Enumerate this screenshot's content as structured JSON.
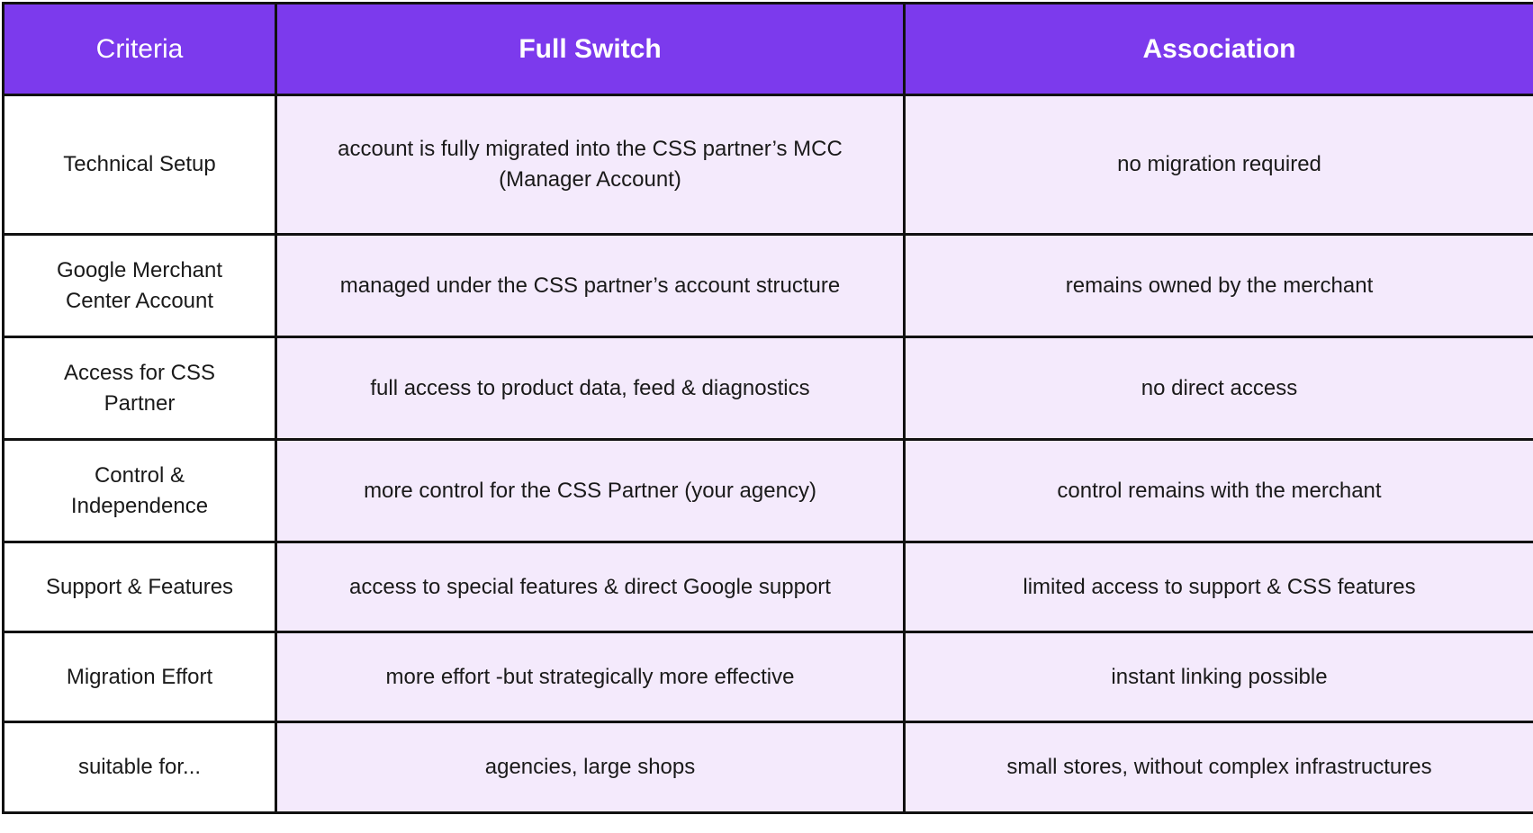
{
  "table": {
    "headers": [
      "Criteria",
      "Full Switch",
      "Association"
    ],
    "rows": [
      {
        "criteria": "Technical Setup",
        "full_switch": "account is fully migrated into the CSS partner’s MCC (Manager Account)",
        "association": "no migration required"
      },
      {
        "criteria": "Google Merchant Center Account",
        "full_switch": "managed under the CSS partner’s account structure",
        "association": "remains owned by the merchant"
      },
      {
        "criteria": "Access for CSS Partner",
        "full_switch": "full access to product data, feed & diagnostics",
        "association": "no direct access"
      },
      {
        "criteria": "Control & Independence",
        "full_switch": "more control for the CSS Partner (your agency)",
        "association": "control remains with the merchant"
      },
      {
        "criteria": "Support & Features",
        "full_switch": "access to special features & direct Google support",
        "association": "limited access to support & CSS features"
      },
      {
        "criteria": "Migration Effort",
        "full_switch": "more effort -but strategically more effective",
        "association": "instant linking possible"
      },
      {
        "criteria": "suitable for...",
        "full_switch": "agencies, large shops",
        "association": "small stores, without complex infrastructures"
      }
    ]
  },
  "colors": {
    "header_bg": "#7c3aed",
    "header_text": "#ffffff",
    "value_cell_bg": "#f4eafc",
    "criteria_cell_bg": "#ffffff",
    "border": "#111111"
  }
}
